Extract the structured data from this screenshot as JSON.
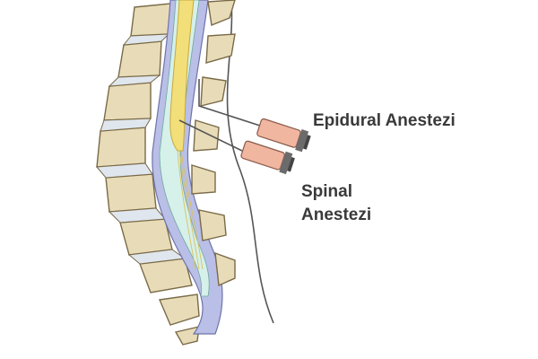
{
  "labels": {
    "epidural": "Epidural Anestezi",
    "spinal_line1": "Spinal",
    "spinal_line2": "Anestezi"
  },
  "colors": {
    "bone_fill": "#e8dcb8",
    "bone_outline": "#7a6a48",
    "disc_fill": "#dfe6ee",
    "dura_fill": "#b9bfe6",
    "csf_fill": "#d6f0ea",
    "cord_fill": "#f2df7a",
    "needle_body": "#f0b6a0",
    "needle_hub": "#6b6b6b",
    "skin_line": "#555555",
    "text": "#3a3a3a"
  },
  "icons": {
    "spine": "vertebral-column-illustration",
    "epidural_needle": "syringe-icon",
    "spinal_needle": "syringe-icon"
  }
}
